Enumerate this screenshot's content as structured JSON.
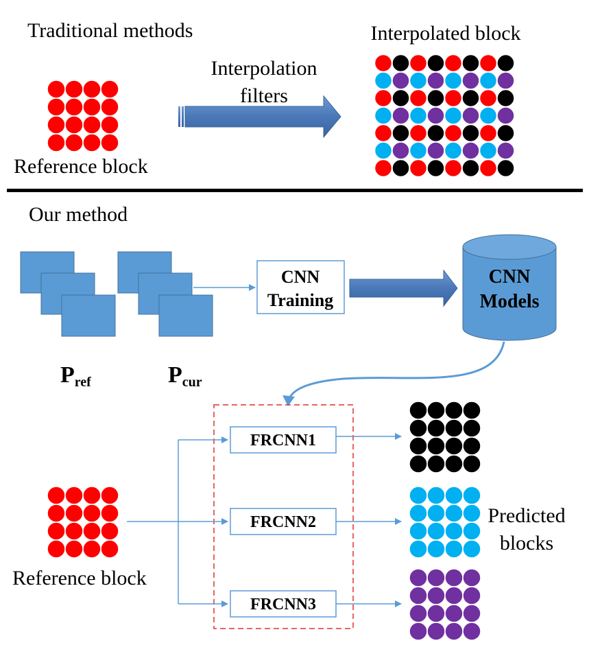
{
  "top": {
    "section_title": "Traditional methods",
    "reference_label": "Reference block",
    "arrow_label_line1": "Interpolation",
    "arrow_label_line2": "filters",
    "interpolated_label": "Interpolated block"
  },
  "bottom": {
    "section_title": "Our method",
    "p_ref_main": "P",
    "p_ref_sub": "ref",
    "p_cur_main": "P",
    "p_cur_sub": "cur",
    "cnn_training_line1": "CNN",
    "cnn_training_line2": "Training",
    "cnn_models_line1": "CNN",
    "cnn_models_line2": "Models",
    "reference_label": "Reference block",
    "filters": [
      "FRCNN1",
      "FRCNN2",
      "FRCNN3"
    ],
    "predicted_line1": "Predicted",
    "predicted_line2": "blocks"
  },
  "colors": {
    "red": "#ff0000",
    "black": "#000000",
    "cyan": "#00b0f0",
    "purple": "#7030a0",
    "frame_blue": "#5b9bd5",
    "arrow_blue": "#4f81bd",
    "dashed_red": "#e03030",
    "box_border": "#41719c"
  },
  "icons": {
    "reference_block": "red-dot-grid-icon",
    "interpolated_block": "mixed-dot-grid-icon",
    "cnn_models": "database-cylinder-icon"
  }
}
